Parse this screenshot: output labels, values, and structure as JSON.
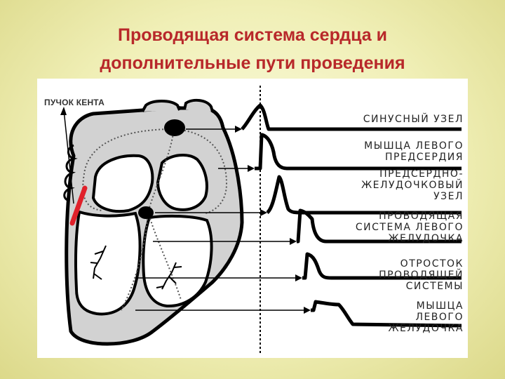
{
  "title": {
    "line1": "Проводящая система сердца и",
    "line2": "дополнительные пути проведения"
  },
  "diagram": {
    "kent_label": "ПУЧОК КЕНТА",
    "labels": [
      {
        "lines": [
          "СИНУСНЫЙ УЗЕЛ"
        ]
      },
      {
        "lines": [
          "МЫШЦА ЛЕВОГО",
          "ПРЕДСЕРДИЯ"
        ]
      },
      {
        "lines": [
          "ПРЕДСЕРДНО-",
          "ЖЕЛУДОЧКОВЫЙ",
          "УЗЕЛ"
        ]
      },
      {
        "lines": [
          "ПРОВОДЯЩАЯ",
          "СИСТЕМА ЛЕВОГО",
          "ЖЕЛУДОЧКА"
        ]
      },
      {
        "lines": [
          "ОТРОСТОК",
          "ПРОВОДЯЩЕЙ",
          "СИСТЕМЫ"
        ]
      },
      {
        "lines": [
          "МЫШЦА",
          "ЛЕВОГО",
          "ЖЕЛУДОЧКА"
        ]
      }
    ]
  },
  "colors": {
    "title": "#b8282a",
    "kent_bundle": "#e0202a",
    "heart_fill": "#d2d2d2"
  }
}
